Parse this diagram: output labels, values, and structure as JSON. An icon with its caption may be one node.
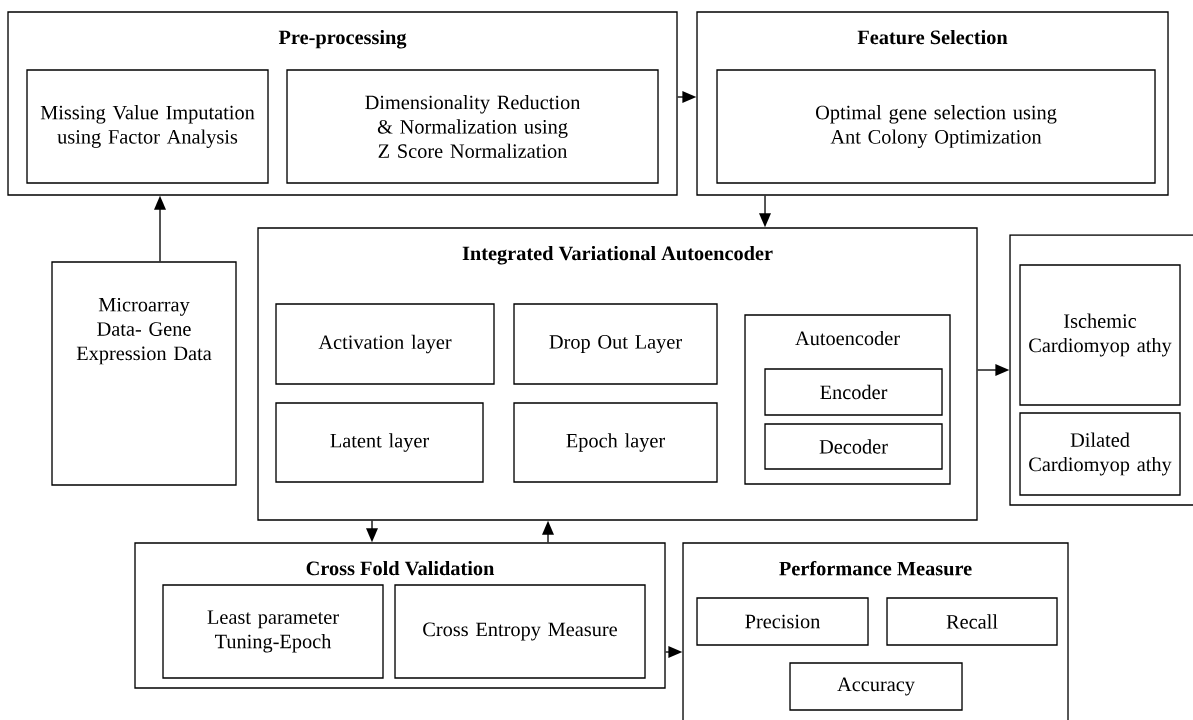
{
  "diagram": {
    "nodes": [
      {
        "text": [
          "Pre-processing"
        ]
      },
      {
        "text": [
          "Missing Value Imputation using Factor Analysis"
        ],
        "in": 0
      },
      {
        "text": [
          "Dimensionality Reduction & Normalization using Z Score Normalization"
        ],
        "in": 0
      },
      {
        "text": [
          "Feature Selection"
        ]
      },
      {
        "text": [
          "Optimal gene selection using Ant Colony Optimization"
        ],
        "in": 3
      },
      {
        "text": [
          "Microarray Data- Gene Expression Data"
        ]
      },
      {
        "text": [
          "Integrated Variational Autoencoder"
        ]
      },
      {
        "text": [
          "Activation layer"
        ],
        "in": 6
      },
      {
        "text": [
          "Drop Out Layer"
        ],
        "in": 6
      },
      {
        "text": [
          "Autoencoder"
        ],
        "in": 6
      },
      {
        "text": [
          "Encoder"
        ],
        "in": 9
      },
      {
        "text": [
          "Decoder"
        ],
        "in": 9
      },
      {
        "text": [
          "Latent layer"
        ],
        "in": 6
      },
      {
        "text": [
          "Epoch layer"
        ],
        "in": 6
      },
      {
        "text": [],
        "shape": "box"
      },
      {
        "text": [
          "Ischemic Cardiomyop athy"
        ],
        "in": 14
      },
      {
        "text": [
          "Dilated Cardiomyop athy"
        ],
        "in": 14
      },
      {
        "text": [
          "Cross Fold Validation"
        ]
      },
      {
        "text": [
          "Least parameter Tuning-Epoch"
        ],
        "in": 17
      },
      {
        "text": [
          "Cross Entropy Measure"
        ],
        "in": 17
      },
      {
        "text": [
          "Performance Measure"
        ]
      },
      {
        "text": [
          "Precision"
        ],
        "in": 20
      },
      {
        "text": [
          "Recall"
        ],
        "in": 20
      },
      {
        "text": [
          "Accuracy"
        ],
        "in": 20
      }
    ],
    "edges": [
      {
        "from": 0,
        "to": 3,
        "arrow": "to"
      },
      {
        "from": 3,
        "to": 6,
        "arrow": "to"
      },
      {
        "from": 5,
        "to": 0,
        "arrow": "to"
      },
      {
        "from": 6,
        "to": 14,
        "arrow": "to"
      },
      {
        "from": 6,
        "to": 17,
        "arrow": "to"
      },
      {
        "from": 17,
        "to": 6,
        "arrow": "to"
      },
      {
        "from": 17,
        "to": 20,
        "arrow": "to"
      }
    ]
  }
}
